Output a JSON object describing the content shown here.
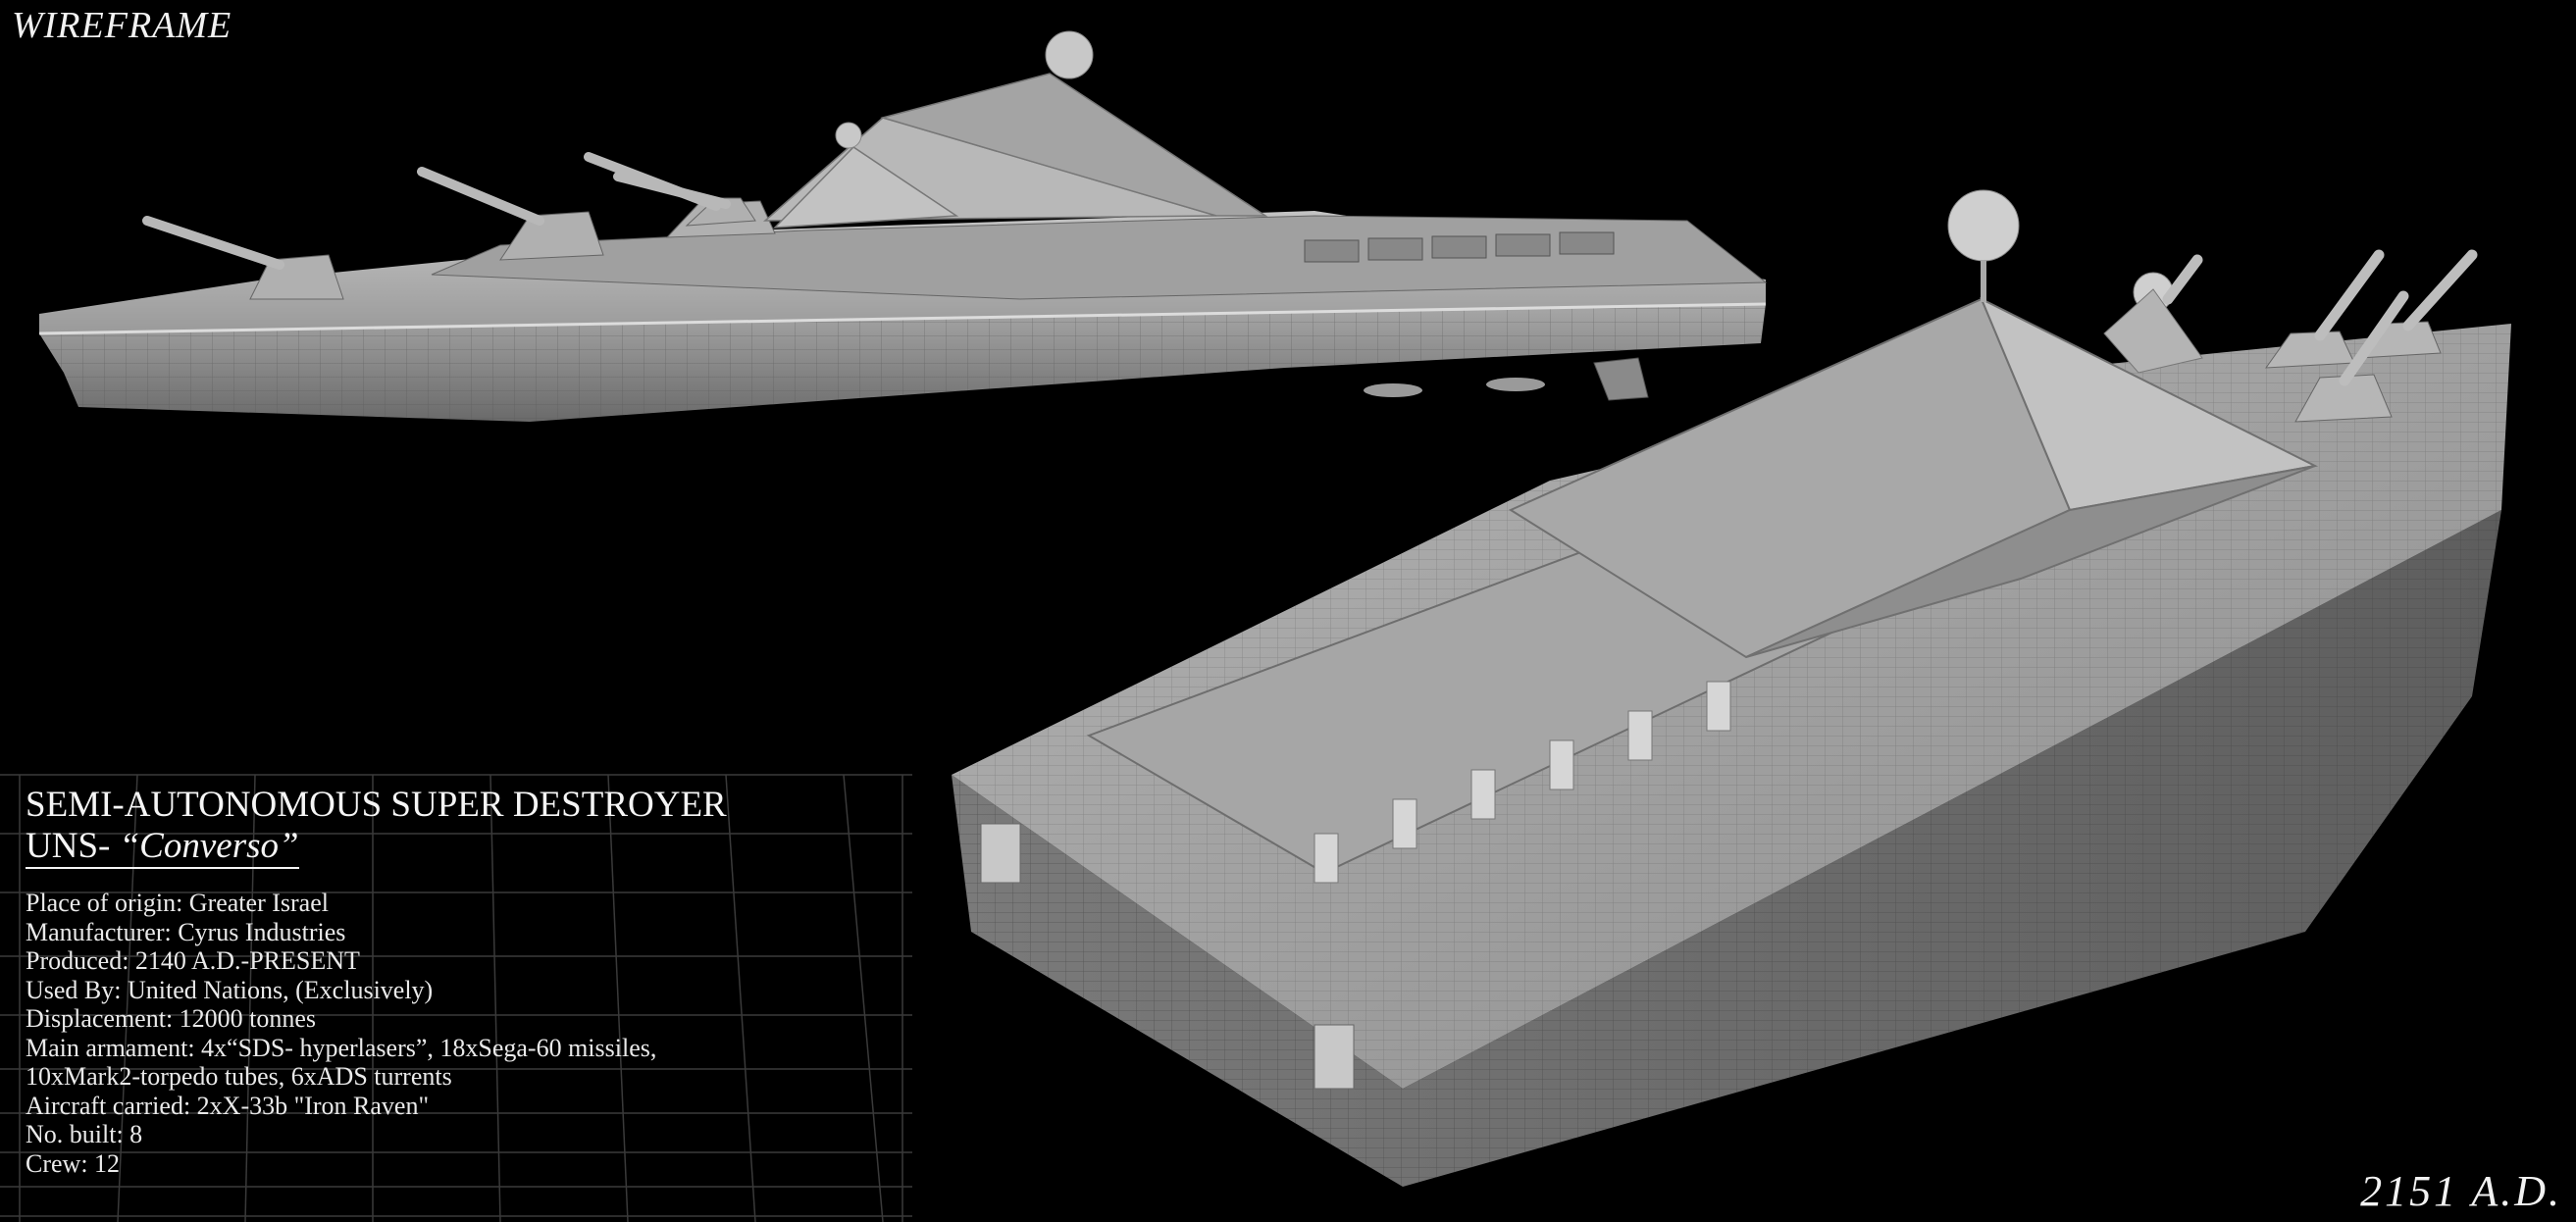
{
  "header": {
    "mode_label": "WIREFRAME"
  },
  "footer": {
    "year_label": "2151 A.D."
  },
  "ship": {
    "class_title": "SEMI-AUTONOMOUS SUPER DESTROYER",
    "name_prefix": "UNS- ",
    "name": "“Converso”",
    "specs": [
      "Place of origin: Greater Israel",
      "Manufacturer: Cyrus Industries",
      "Produced: 2140 A.D.-PRESENT",
      "Used By: United Nations,  (Exclusively)",
      "Displacement: 12000 tonnes",
      "Main armament: 4x“SDS- hyperlasers”, 18xSega-60 missiles,",
      "10xMark2-torpedo tubes, 6xADS turrents",
      "Aircraft carried: 2xX-33b \"Iron Raven\"",
      "No. built:  8",
      "Crew: 12"
    ]
  },
  "colors": {
    "background": "#000000",
    "hull_light": "#b8b8b8",
    "hull_mid": "#8e8e8e",
    "hull_dark": "#5e5e5e",
    "wire": "#444444"
  }
}
